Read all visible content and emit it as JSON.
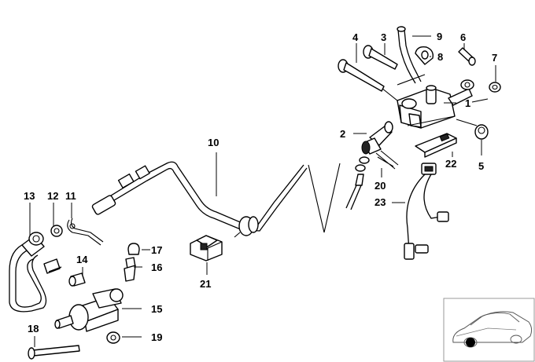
{
  "labels": {
    "l1": "1",
    "l2": "2",
    "l3": "3",
    "l4": "4",
    "l5": "5",
    "l6": "6",
    "l7": "7",
    "l8": "8",
    "l9": "9",
    "l10": "10",
    "l11": "11",
    "l12": "12",
    "l13": "13",
    "l14": "14",
    "l15": "15",
    "l16": "16",
    "l17": "17",
    "l18": "18",
    "l19": "19",
    "l20": "20",
    "l21": "21",
    "l22": "22",
    "l23": "23"
  },
  "colors": {
    "line": "#000000",
    "background": "#ffffff",
    "thumbnail_border": "#999999"
  },
  "icons": {
    "locator": "car-thumbnail-icon"
  }
}
